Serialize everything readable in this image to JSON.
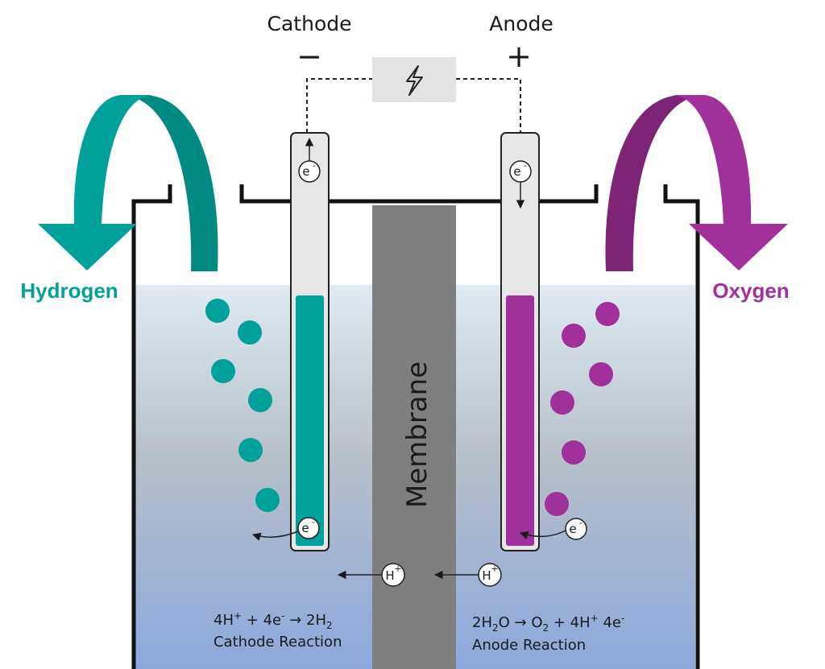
{
  "colors": {
    "hydrogen": "#00a19a",
    "hydrogen_dark": "#008a83",
    "oxygen": "#a0309a",
    "oxygen_dark": "#7e2477",
    "membrane": "#7f7f7f",
    "electrolyte_top": "#dfeaf3",
    "electrolyte_mid": "#b7c0c8",
    "electrolyte_bottom": "#8da8dd",
    "electrode": "#e7e7e7",
    "power_supply": "#e3e3e3"
  },
  "labels": {
    "cathode": "Cathode",
    "anode": "Anode",
    "cathode_sign": "−",
    "anode_sign": "+",
    "hydrogen": "Hydrogen",
    "oxygen": "Oxygen",
    "membrane": "Membrane",
    "electron": "e",
    "electron_charge": "-",
    "proton": "H",
    "proton_charge": "+"
  },
  "cathode_reaction": {
    "reactant_coef": "4H",
    "reactant_charge": "+",
    "plus": " + 4e",
    "electron_charge": "-",
    "arrow": " → ",
    "product": "2H",
    "product_sub": "2",
    "name": "Cathode Reaction"
  },
  "anode_reaction": {
    "reactant": "2H",
    "reactant_sub": "2",
    "reactant_tail": "O",
    "arrow": " → ",
    "product_o": "O",
    "product_o_sub": "2",
    "plus": " + 4H",
    "product_charge": "+",
    "electrons": " 4e",
    "electron_charge": "-",
    "name": "Anode Reaction"
  },
  "icons": {
    "power_supply": "lightning-bolt-icon",
    "hydrogen_arrow": "curved-arrow-down-left-icon",
    "oxygen_arrow": "curved-arrow-down-right-icon"
  }
}
